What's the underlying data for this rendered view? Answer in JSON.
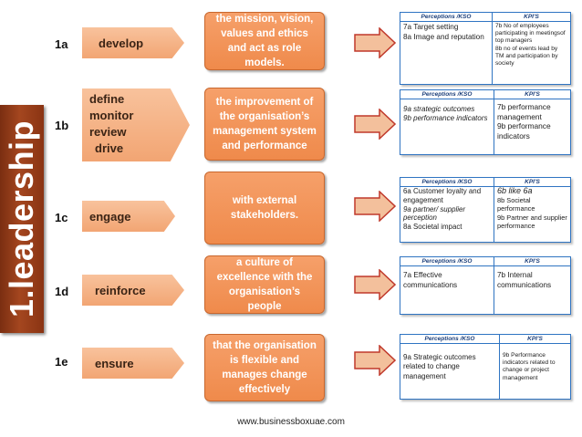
{
  "sidebar": {
    "title": "1.leadership"
  },
  "rows": [
    {
      "id": "1a",
      "verbs": [
        "develop"
      ],
      "phrase": "the mission, vision, values and ethics and act as role models.",
      "panel": {
        "left_header": "Perceptions /KSO",
        "right_header": "KPI'S",
        "left_lines": [
          "7a Target setting",
          "8a Image and reputation"
        ],
        "right_lines": [
          "7b No of employees participating in meetingsof top managers",
          "8b no of events lead by TM and participation by society"
        ]
      }
    },
    {
      "id": "1b",
      "verbs": [
        "define",
        "monitor",
        "review",
        "drive"
      ],
      "phrase": "the improvement of the organisation’s management system and performance",
      "panel": {
        "left_header": "Perceptions /KSO",
        "right_header": "KPI'S",
        "left_lines": [
          "9a strategic outcomes",
          "9b performance indicators"
        ],
        "right_lines": [
          "7b performance management",
          "9b performance indicators"
        ]
      }
    },
    {
      "id": "1c",
      "verbs": [
        "engage"
      ],
      "phrase": "with external stakeholders.",
      "panel": {
        "left_header": "Perceptions /KSO",
        "right_header": "KPI'S",
        "left_lines": [
          "6a Customer loyalty and engagement",
          "9a partner/ supplier perception",
          "8a Societal impact"
        ],
        "right_lines": [
          "6b like  6a",
          "8b Societal performance",
          "9b Partner and supplier performance"
        ]
      }
    },
    {
      "id": "1d",
      "verbs": [
        "reinforce"
      ],
      "phrase": "a culture of excellence with the organisation’s people",
      "panel": {
        "left_header": "Perceptions /KSO",
        "right_header": "KPI'S",
        "left_lines": [
          "7a Effective communications"
        ],
        "right_lines": [
          "7b Internal communications"
        ]
      }
    },
    {
      "id": "1e",
      "verbs": [
        "ensure"
      ],
      "phrase": "that the organisation is flexible and manages change effectively",
      "panel": {
        "left_header": "Perceptions /KSO",
        "right_header": "KPI'S",
        "left_lines": [
          "9a Strategic outcomes related to change management"
        ],
        "right_lines": [
          "9b Performance indicators  related to change or project management"
        ]
      }
    }
  ],
  "footer": {
    "url": "www.businessboxuae.com"
  },
  "colors": {
    "sidebar": "#8a3413",
    "verb_arrow": "#f4b183",
    "phrase_box": "#f08e4f",
    "panel_border": "#2f74c2",
    "big_arrow_fill": "#f3c09c",
    "big_arrow_stroke": "#c0392b"
  }
}
